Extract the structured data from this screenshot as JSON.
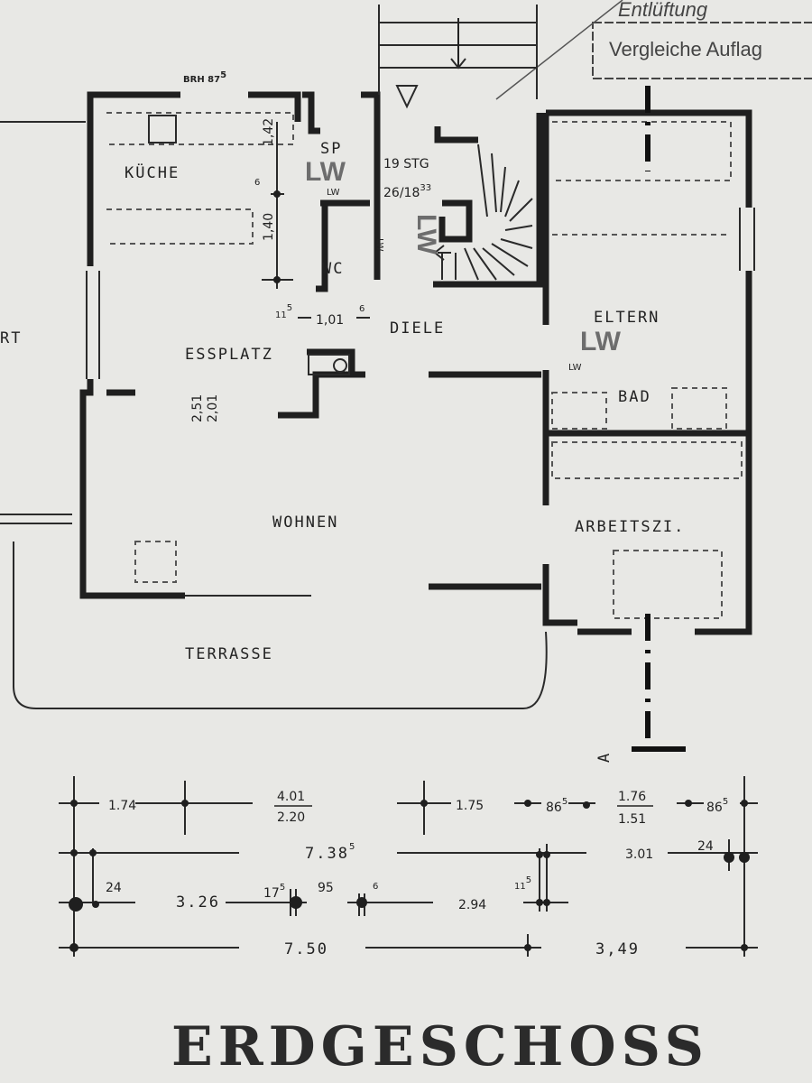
{
  "stamp": {
    "handwritten": "Entlüftung",
    "text": "Vergleiche Auflag"
  },
  "rooms": {
    "kueche": "KÜCHE",
    "sp": "SP",
    "wc": "WC",
    "diele": "DIELE",
    "essplatz": "ESSPLATZ",
    "wohnen": "WOHNEN",
    "eltern": "ELTERN",
    "bad": "BAD",
    "arbeitszi": "ARBEITSZI.",
    "terrasse": "TERRASSE",
    "rt": "RT"
  },
  "marks": {
    "lw_big_1": "LW",
    "lw_big_2": "LW",
    "lw_big_3": "LW",
    "lw_small_1": "LW",
    "lw_small_2": "LW",
    "lw_small_3": "LW",
    "stairs_count": "19 STG",
    "stairs_ratio": "26/18",
    "stairs_ratio_sup": "33",
    "brh": "BRH 87",
    "brh_sup": "5",
    "section": "A",
    "d_142": "1,42",
    "d_140": "1,40",
    "d_6a": "6",
    "d_11a": "11",
    "d_11a_sup": "5",
    "d_101": "1,01",
    "d_6b": "6",
    "d_251": "2,51",
    "d_201": "2,01"
  },
  "dimensions": {
    "row1": {
      "a": "1.74",
      "b_top": "4.01",
      "b_bot": "2.20",
      "c": "1.75",
      "d": "86",
      "d_sup": "5",
      "e_top": "1.76",
      "e_bot": "1.51",
      "f": "86",
      "f_sup": "5"
    },
    "row2": {
      "a": "7.38",
      "a_sup": "5",
      "b": "3.01",
      "c": "24"
    },
    "row3": {
      "a": "24",
      "b": "3.26",
      "c": "17",
      "c_sup": "5",
      "d": "95",
      "e": "6",
      "f": "2.94",
      "g": "11",
      "g_sup": "5"
    },
    "row4": {
      "a": "7.50",
      "b": "3,49"
    }
  },
  "title": "ERDGESCHOSS"
}
